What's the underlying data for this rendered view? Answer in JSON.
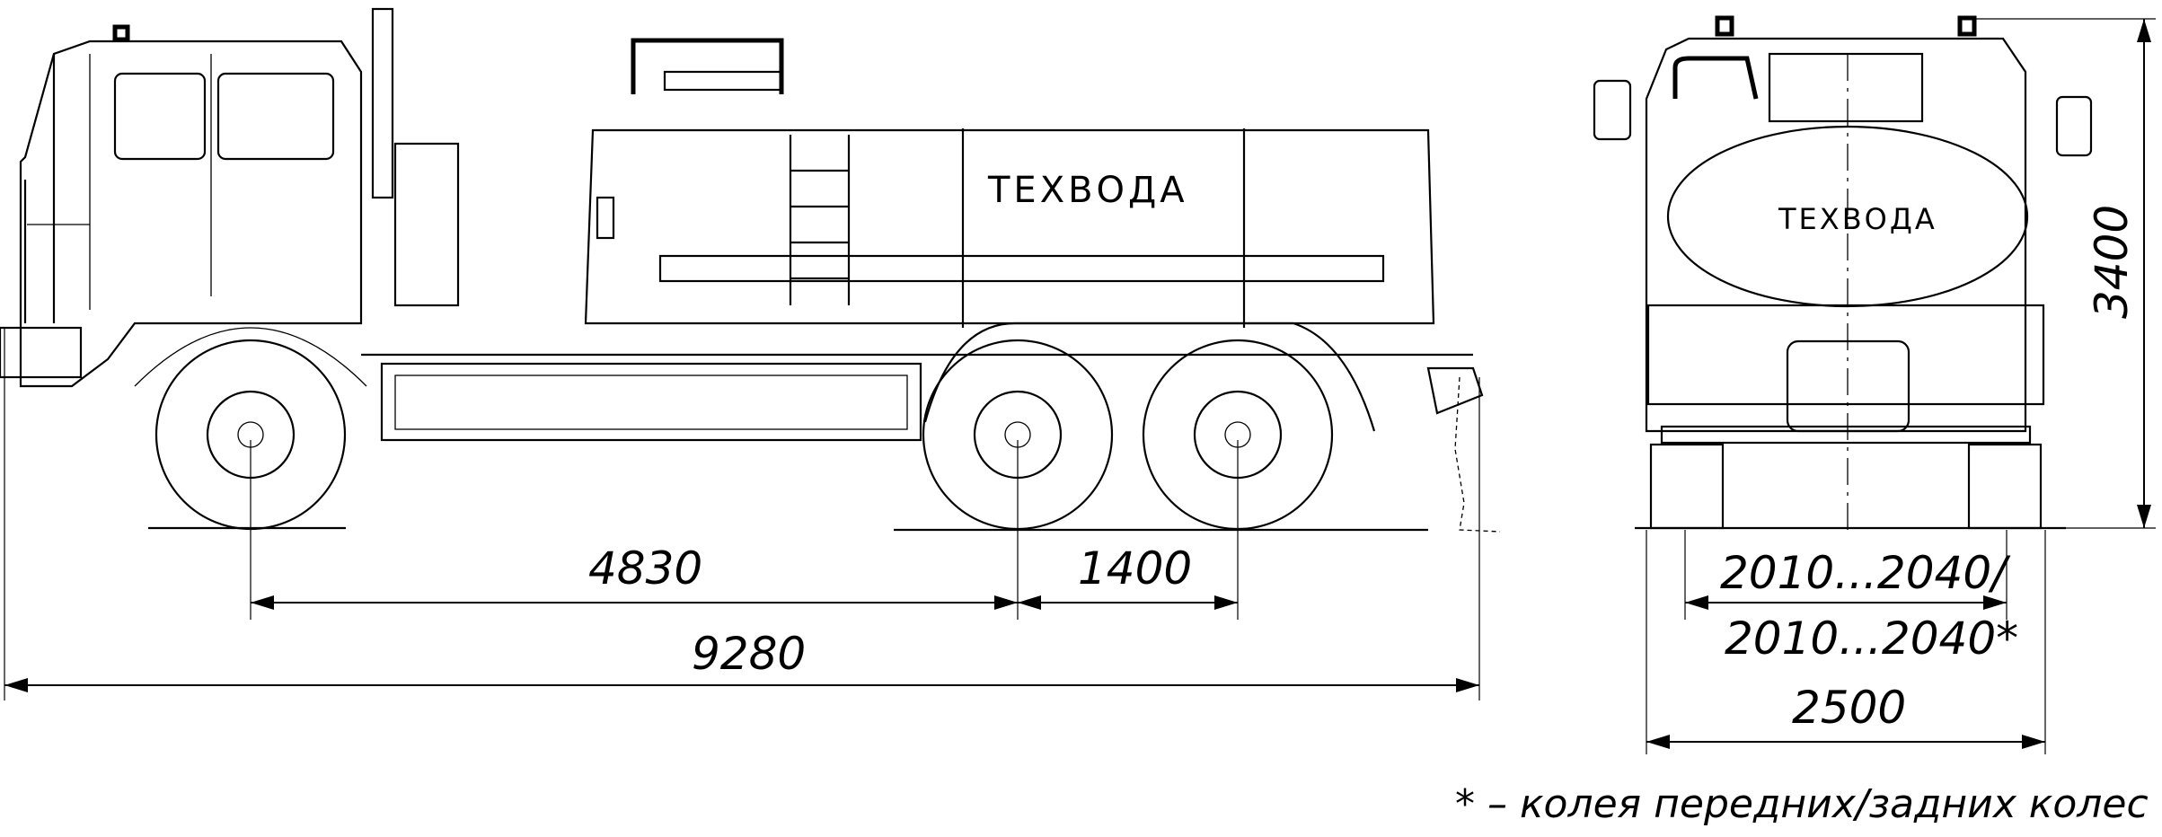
{
  "drawing": {
    "tank_label_side": "ТЕХВОДА",
    "tank_label_front": "ТЕХВОДА",
    "dimensions": {
      "wheelbase_front_to_rear": "4830",
      "rear_axle_spacing": "1400",
      "overall_length": "9280",
      "overall_height": "3400",
      "track_line1": "2010...2040/",
      "track_line2": "2010...2040*",
      "overall_width": "2500"
    },
    "footnote": "* – колея передних/задних колес"
  }
}
